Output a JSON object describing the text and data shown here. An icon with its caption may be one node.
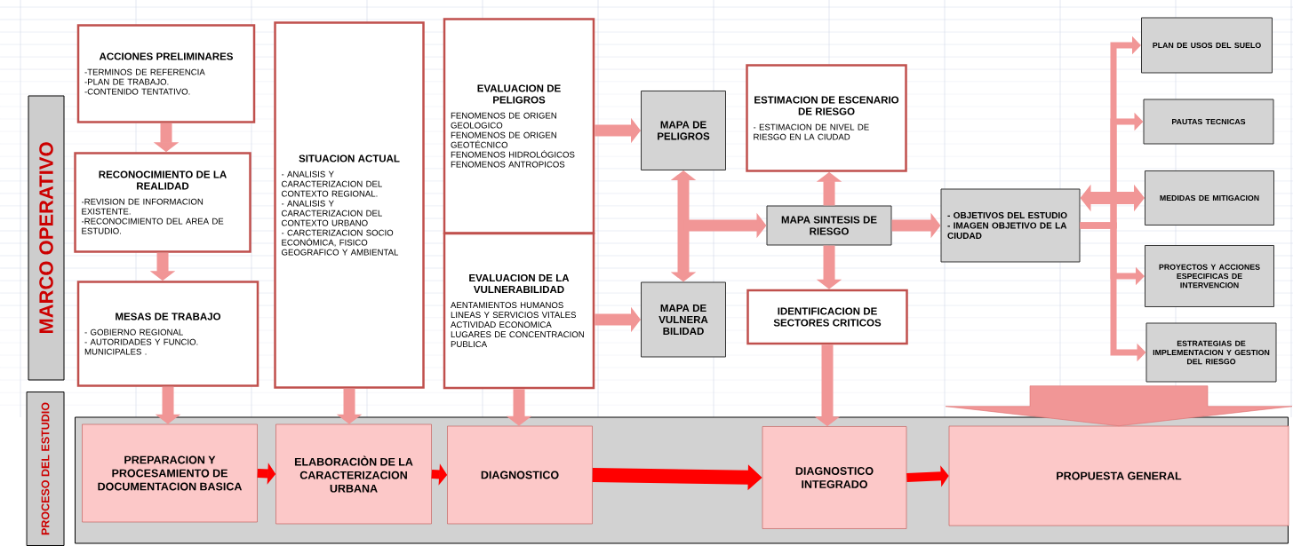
{
  "diagram": {
    "nodes": [
      {
        "text": [
          "MARCO OPERATIVO"
        ]
      },
      {
        "text": [
          "ACCIONES PRELIMINARES",
          "-TERMINOS DE REFERENCIA",
          "-PLAN DE TRABAJO.",
          "-CONTENIDO TENTATIVO."
        ]
      },
      {
        "text": [
          "RECONOCIMIENTO DE LA REALIDAD",
          "-REVISION DE INFORMACION EXISTENTE.",
          "-RECONOCIMIENTO DEL AREA DE ESTUDIO."
        ]
      },
      {
        "text": [
          "MESAS DE TRABAJO",
          "- GOBIERNO REGIONAL",
          "- AUTORIDADES Y FUNCIO. MUNICIPALES ."
        ]
      },
      {
        "text": [
          "SITUACION ACTUAL",
          "- ANALISIS Y CARACTERIZACION DEL CONTEXTO REGIONAL.",
          "- ANALISIS Y CARACTERIZACION DEL CONTEXTO URBANO",
          "- CARCTERIZACION SOCIO ECONÓMICA, FISICO GEOGRAFICO Y AMBIENTAL"
        ]
      },
      {
        "text": [
          "EVALUACION DE PELIGROS",
          "FENOMENOS DE ORIGEN GEOLOGICO",
          "FENOMENOS DE ORIGEN GEOTÉCNICO",
          "FENOMENOS HIDROLÓGICOS",
          "FENOMENOS ANTROPICOS"
        ]
      },
      {
        "text": [
          "EVALUACION DE LA VULNERABILIDAD",
          "AENTAMIENTOS HUMANOS",
          "LINEAS Y SERVICIOS VITALES",
          "ACTIVIDAD ECONOMICA",
          "LUGARES DE CONCENTRACION PUBLICA"
        ]
      },
      {
        "text": [
          "MAPA DE PELIGROS"
        ]
      },
      {
        "text": [
          "MAPA DE VULNERA BILIDAD"
        ]
      },
      {
        "text": [
          "ESTIMACION DE ESCENARIO DE RIESGO",
          "- ESTIMACION DE NIVEL DE RIESGO EN LA CIUDAD"
        ]
      },
      {
        "text": [
          "MAPA SINTESIS DE RIESGO"
        ]
      },
      {
        "text": [
          "IDENTIFICACION DE SECTORES CRITICOS"
        ]
      },
      {
        "text": [
          "- OBJETIVOS DEL ESTUDIO",
          "- IMAGEN OBJETIVO DE LA CIUDAD"
        ]
      },
      {
        "text": [
          "PLAN DE USOS DEL SUELO"
        ]
      },
      {
        "text": [
          "PAUTAS TECNICAS"
        ]
      },
      {
        "text": [
          "MEDIDAS DE MITIGACION"
        ]
      },
      {
        "text": [
          "PROYECTOS Y ACCIONES ESPECIFICAS DE INTERVENCION"
        ]
      },
      {
        "text": [
          "ESTRATEGIAS DE IMPLEMENTACION Y GESTION DEL RIESGO"
        ]
      },
      {
        "text": [
          "PROCESO DEL ESTUDIO"
        ]
      },
      {
        "text": [],
        "shape": "box"
      },
      {
        "text": [
          "PREPARACION Y PROCESAMIENTO DE DOCUMENTACION BASICA"
        ],
        "in": 19
      },
      {
        "text": [
          "ELABORACIÒN DE LA CARACTERIZACION URBANA"
        ],
        "in": 19
      },
      {
        "text": [
          "DIAGNOSTICO"
        ],
        "in": 19
      },
      {
        "text": [
          "DIAGNOSTICO INTEGRADO"
        ],
        "in": 19
      },
      {
        "text": [
          "PROPUESTA GENERAL"
        ],
        "in": 19
      }
    ],
    "edges": [
      {
        "from": 1,
        "to": 2,
        "arrow": "to"
      },
      {
        "from": 2,
        "to": 3,
        "arrow": "to"
      },
      {
        "from": 3,
        "to": 20,
        "arrow": "to"
      },
      {
        "from": 4,
        "to": 21,
        "arrow": "to"
      },
      {
        "from": 6,
        "to": 22,
        "arrow": "to"
      },
      {
        "from": 5,
        "to": 7,
        "arrow": "to"
      },
      {
        "from": 6,
        "to": 8,
        "arrow": "to"
      },
      {
        "from": 7,
        "to": 8,
        "arrow": "both"
      },
      {
        "from": null,
        "to": 10,
        "arrow": "to"
      },
      {
        "from": 10,
        "to": 9,
        "arrow": "to"
      },
      {
        "from": 10,
        "to": 11,
        "arrow": "to"
      },
      {
        "from": 10,
        "to": 12,
        "arrow": "to"
      },
      {
        "from": 12,
        "to": 13,
        "arrow": "to"
      },
      {
        "from": 12,
        "to": 14,
        "arrow": "to"
      },
      {
        "from": 12,
        "to": 15,
        "arrow": "both"
      },
      {
        "from": 12,
        "to": 16,
        "arrow": "to"
      },
      {
        "from": 12,
        "to": 17,
        "arrow": "to"
      },
      {
        "from": 11,
        "to": 23,
        "arrow": "to"
      },
      {
        "from": null,
        "to": 24,
        "arrow": "to",
        "style": "thick"
      },
      {
        "from": 20,
        "to": 21,
        "arrow": "to",
        "color": "#ff0000"
      },
      {
        "from": 21,
        "to": 22,
        "arrow": "to",
        "color": "#ff0000"
      },
      {
        "from": 22,
        "to": 23,
        "arrow": "to",
        "color": "#ff0000"
      },
      {
        "from": 23,
        "to": 24,
        "arrow": "to",
        "color": "#ff0000"
      }
    ]
  }
}
